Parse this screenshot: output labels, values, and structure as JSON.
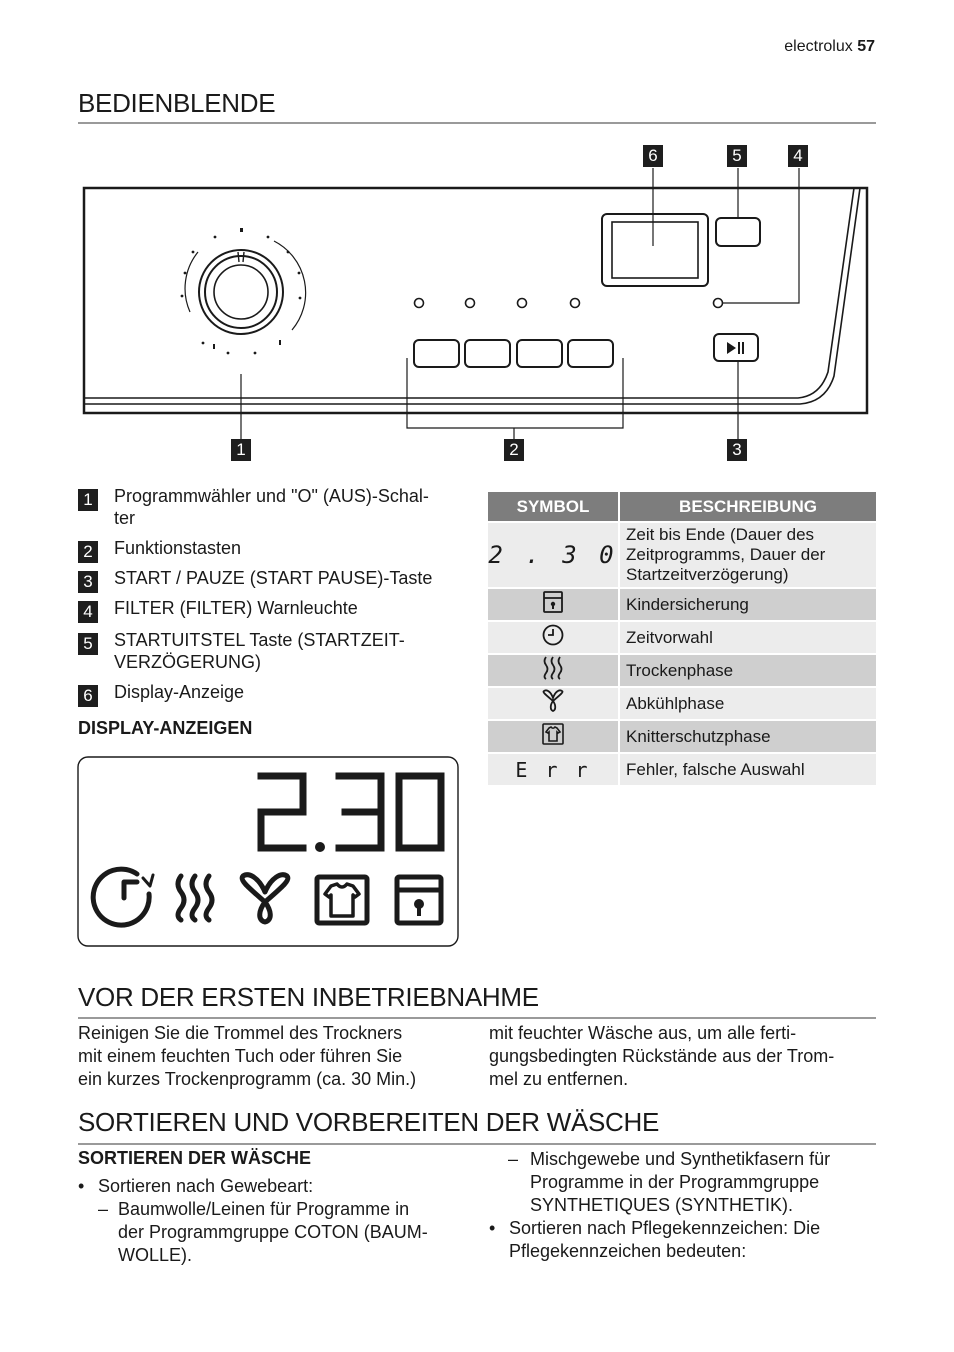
{
  "header": {
    "brand": "electrolux",
    "page": "57"
  },
  "bedienblende": {
    "title": "BEDIENBLENDE"
  },
  "callouts": [
    "1",
    "2",
    "3",
    "4",
    "5",
    "6"
  ],
  "legend": [
    {
      "num": "1",
      "text": "Programmwähler und \"O\" (AUS)-Schal-ter"
    },
    {
      "num": "2",
      "text": "Funktionstasten"
    },
    {
      "num": "3",
      "text": "START / PAUZE (START PAUSE)-Taste"
    },
    {
      "num": "4",
      "text": "FILTER (FILTER) Warnleuchte"
    },
    {
      "num": "5",
      "text": "STARTUITSTEL Taste (STARTZEIT-VERZÖGERUNG)"
    },
    {
      "num": "6",
      "text": "Display-Anzeige"
    }
  ],
  "display": {
    "heading": "DISPLAY-ANZEIGEN",
    "digits": "2.30"
  },
  "symbol_table": {
    "headers": [
      "SYMBOL",
      "BESCHREIBUNG"
    ],
    "rows": [
      {
        "symbol": "2 . 3 0",
        "icon": "time-digits-icon",
        "desc": "Zeit bis Ende (Dauer des Zeitprogramms, Dauer der Startzeitverzögerung)"
      },
      {
        "icon": "child-lock-icon",
        "desc": "Kindersicherung"
      },
      {
        "icon": "clock-icon",
        "desc": "Zeitvorwahl"
      },
      {
        "icon": "drying-heat-icon",
        "desc": "Trockenphase"
      },
      {
        "icon": "fan-cooling-icon",
        "desc": "Abkühlphase"
      },
      {
        "icon": "shirt-anticrease-icon",
        "desc": "Knitterschutzphase"
      },
      {
        "symbol": "E r r",
        "icon": "error-text-icon",
        "desc": "Fehler, falsche Auswahl"
      }
    ]
  },
  "vor": {
    "title": "VOR DER ERSTEN INBETRIEBNAHME",
    "col1": [
      "Reinigen Sie die Trommel des Trockners",
      "mit einem feuchten Tuch oder führen Sie",
      "ein kurzes Trockenprogramm (ca. 30 Min.)"
    ],
    "col2": [
      "mit feuchter Wäsche aus, um alle ferti-",
      "gungsbedingten Rückstände aus der Trom-",
      "mel zu entfernen."
    ]
  },
  "sortieren": {
    "title": "SORTIEREN UND VORBEREITEN DER WÄSCHE",
    "subhead": "SORTIEREN DER WÄSCHE",
    "bullet1": "Sortieren nach Gewebeart:",
    "dash1": [
      "Baumwolle/Leinen für Programme in",
      "der Programmgruppe COTON (BAUM-",
      "WOLLE)."
    ],
    "dash2": [
      "Mischgewebe und Synthetikfasern für",
      "Programme in der Programmgruppe",
      "SYNTHETIQUES (SYNTHETIK)."
    ],
    "bullet2": [
      "Sortieren nach Pflegekennzeichen: Die",
      "Pflegekennzeichen bedeuten:"
    ]
  }
}
